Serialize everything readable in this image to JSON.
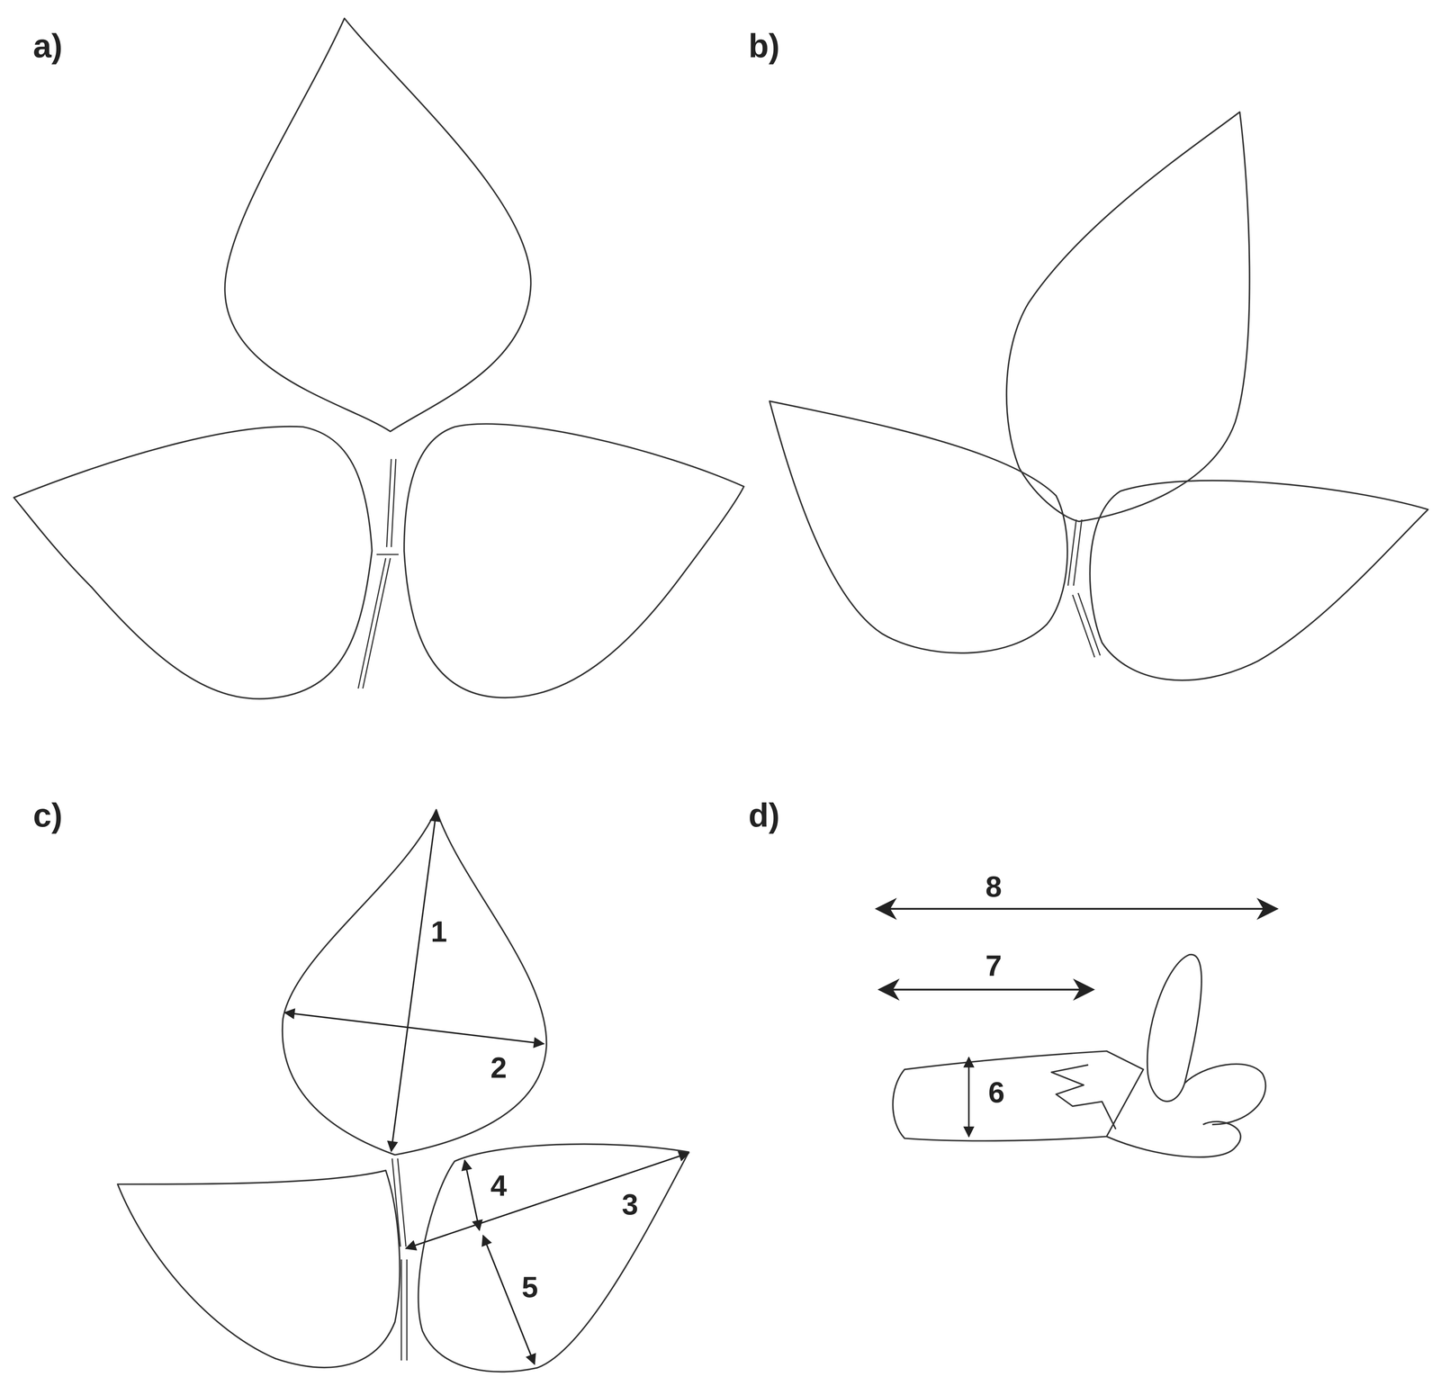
{
  "diagram": {
    "labels": [
      "a)",
      "b)",
      "c)",
      "d)",
      "1",
      "2",
      "3",
      "4",
      "5",
      "6",
      "7",
      "8"
    ]
  }
}
